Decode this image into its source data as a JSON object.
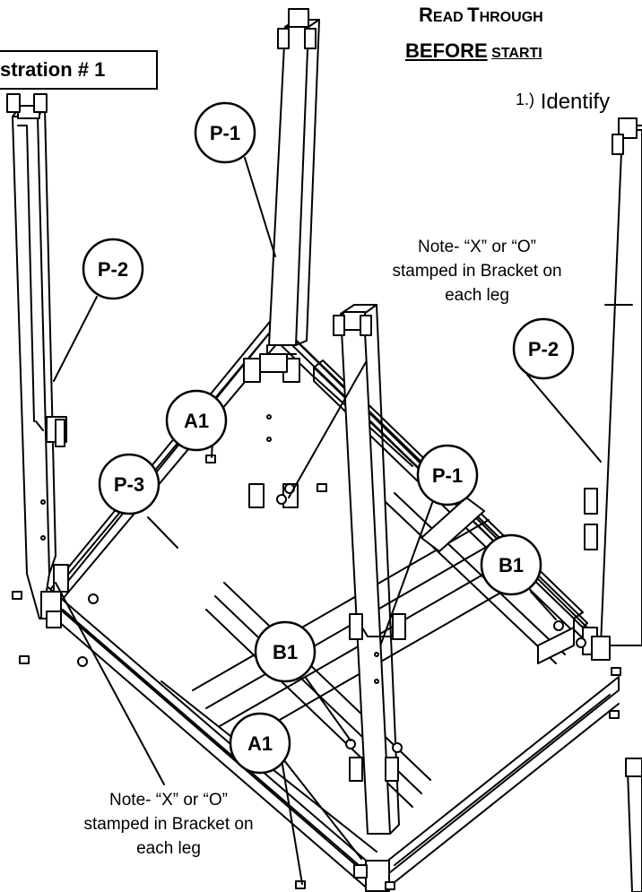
{
  "header": {
    "line1_a": "R",
    "line1_b": "EAD",
    "line1_c": "T",
    "line1_d": "HROUGH",
    "line2_a": "BEFORE",
    "line2_b": "STARTI"
  },
  "step": {
    "number": "1.)",
    "text": "Identify"
  },
  "illustration_box": {
    "label": "stration  # 1"
  },
  "callouts": {
    "p1_top": "P-1",
    "p2_left": "P-2",
    "p2_right": "P-2",
    "p3": "P-3",
    "a1_top": "A1",
    "a1_bottom": "A1",
    "p1_front": "P-1",
    "b1_right": "B1",
    "b1_front": "B1"
  },
  "notes": {
    "top": [
      "Note- “X” or “O”",
      "stamped in Bracket on",
      "each leg"
    ],
    "bottom": [
      "Note- “X” or “O”",
      "stamped in Bracket on",
      "each leg"
    ]
  },
  "colors": {
    "line": "#000000",
    "background": "#ffffff",
    "callout_fill": "#ffffff"
  }
}
